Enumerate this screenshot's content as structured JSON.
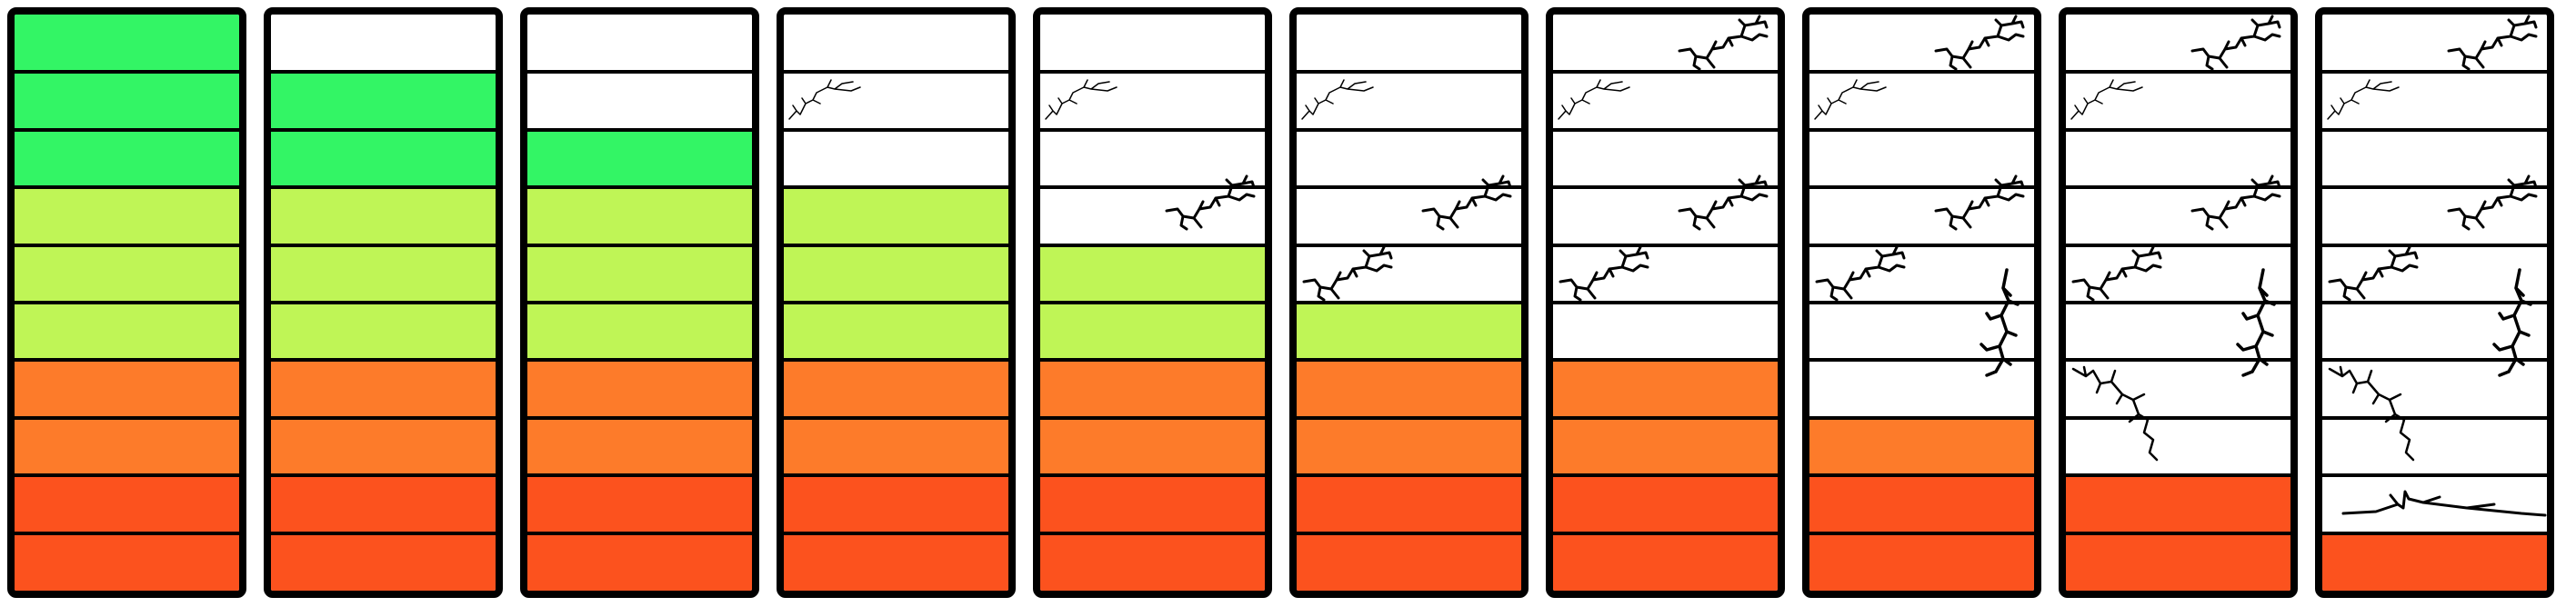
{
  "meter": {
    "segments_total": 10,
    "colors": {
      "green": "#33f565",
      "lime": "#bff556",
      "orange": "#fd7b2a",
      "red_orange": "#fc521e",
      "empty": "#ffffff",
      "border": "#000000"
    },
    "segment_colors_top_to_bottom": [
      "green",
      "green",
      "green",
      "lime",
      "lime",
      "lime",
      "orange",
      "orange",
      "red_orange",
      "red_orange"
    ],
    "crack_icon": "crack-icon"
  },
  "meters": [
    {
      "filled_segments": 10,
      "cracks": []
    },
    {
      "filled_segments": 9,
      "cracks": []
    },
    {
      "filled_segments": 8,
      "cracks": []
    },
    {
      "filled_segments": 7,
      "cracks": [
        {
          "segment": 2,
          "side": "left",
          "kind": "small"
        }
      ]
    },
    {
      "filled_segments": 6,
      "cracks": [
        {
          "segment": 2,
          "side": "left",
          "kind": "small"
        },
        {
          "segment": 4,
          "side": "right",
          "kind": "branch"
        }
      ]
    },
    {
      "filled_segments": 5,
      "cracks": [
        {
          "segment": 2,
          "side": "left",
          "kind": "small"
        },
        {
          "segment": 4,
          "side": "right",
          "kind": "branch"
        },
        {
          "segment": 5,
          "side": "left",
          "kind": "branch"
        }
      ]
    },
    {
      "filled_segments": 4,
      "cracks": [
        {
          "segment": 1,
          "side": "right",
          "kind": "branch"
        },
        {
          "segment": 2,
          "side": "left",
          "kind": "small"
        },
        {
          "segment": 4,
          "side": "right",
          "kind": "branch"
        },
        {
          "segment": 5,
          "side": "left",
          "kind": "branch"
        }
      ]
    },
    {
      "filled_segments": 3,
      "cracks": [
        {
          "segment": 1,
          "side": "right",
          "kind": "branch"
        },
        {
          "segment": 2,
          "side": "left",
          "kind": "small"
        },
        {
          "segment": 4,
          "side": "right",
          "kind": "branch"
        },
        {
          "segment": 5,
          "side": "left",
          "kind": "branch"
        },
        {
          "segment": 6,
          "side": "right",
          "kind": "vertical"
        }
      ]
    },
    {
      "filled_segments": 2,
      "cracks": [
        {
          "segment": 1,
          "side": "right",
          "kind": "branch"
        },
        {
          "segment": 2,
          "side": "left",
          "kind": "small"
        },
        {
          "segment": 4,
          "side": "right",
          "kind": "branch"
        },
        {
          "segment": 5,
          "side": "left",
          "kind": "branch"
        },
        {
          "segment": 6,
          "side": "right",
          "kind": "vertical"
        },
        {
          "segment": 7,
          "side": "left",
          "kind": "long"
        }
      ]
    },
    {
      "filled_segments": 1,
      "cracks": [
        {
          "segment": 1,
          "side": "right",
          "kind": "branch"
        },
        {
          "segment": 2,
          "side": "left",
          "kind": "small"
        },
        {
          "segment": 4,
          "side": "right",
          "kind": "branch"
        },
        {
          "segment": 5,
          "side": "left",
          "kind": "branch"
        },
        {
          "segment": 6,
          "side": "right",
          "kind": "vertical"
        },
        {
          "segment": 7,
          "side": "left",
          "kind": "long"
        },
        {
          "segment": 9,
          "side": "center",
          "kind": "horizontal"
        }
      ]
    }
  ]
}
